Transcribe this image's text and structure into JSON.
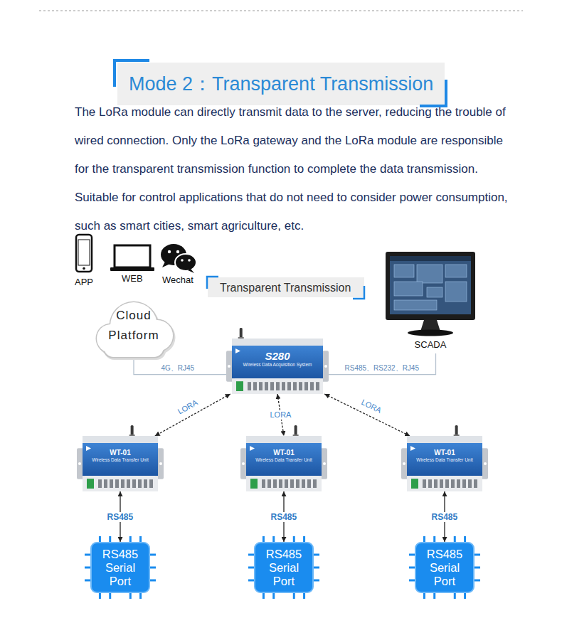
{
  "diagram": {
    "title": "Mode 2：Transparent Transmission",
    "nodes": [
      {
        "text": [
          "Cloud Platform"
        ]
      },
      {
        "text": [
          "S280",
          "Wireless Data Acquisition System"
        ]
      },
      {
        "text": [
          "SCADA"
        ]
      },
      {
        "text": [
          "WT-01",
          "Wireless Data Transfer Unit"
        ]
      },
      {
        "text": [
          "WT-01",
          "Wireless Data Transfer Unit"
        ]
      },
      {
        "text": [
          "WT-01",
          "Wireless Data Transfer Unit"
        ]
      },
      {
        "text": [
          "RS485 Serial Port"
        ]
      },
      {
        "text": [
          "RS485 Serial Port"
        ]
      },
      {
        "text": [
          "RS485 Serial Port"
        ]
      }
    ],
    "edges": [
      {
        "from": 0,
        "to": 1,
        "arrow": "none",
        "label": "4G、RJ45"
      },
      {
        "from": 1,
        "to": 2,
        "arrow": "none",
        "label": "RS485、RS232、RJ45"
      },
      {
        "from": 1,
        "to": 3,
        "arrow": "both",
        "label": "LORA"
      },
      {
        "from": 1,
        "to": 4,
        "arrow": "both",
        "label": "LORA"
      },
      {
        "from": 1,
        "to": 5,
        "arrow": "both",
        "label": "LORA"
      },
      {
        "from": 3,
        "to": 6,
        "arrow": "both",
        "label": "RS485"
      },
      {
        "from": 4,
        "to": 7,
        "arrow": "both",
        "label": "RS485"
      },
      {
        "from": 5,
        "to": 8,
        "arrow": "both",
        "label": "RS485"
      }
    ],
    "labels": [
      "The LoRa module can directly transmit data to the server, reducing the trouble of wired connection. Only the LoRa gateway and the LoRa module are responsible for the transparent transmission function to complete the data transmission. Suitable for control applications that do not need to consider power consumption, such as smart cities, smart agriculture, etc.",
      "APP",
      "WEB",
      "Wechat",
      "Transparent Transmission"
    ]
  }
}
